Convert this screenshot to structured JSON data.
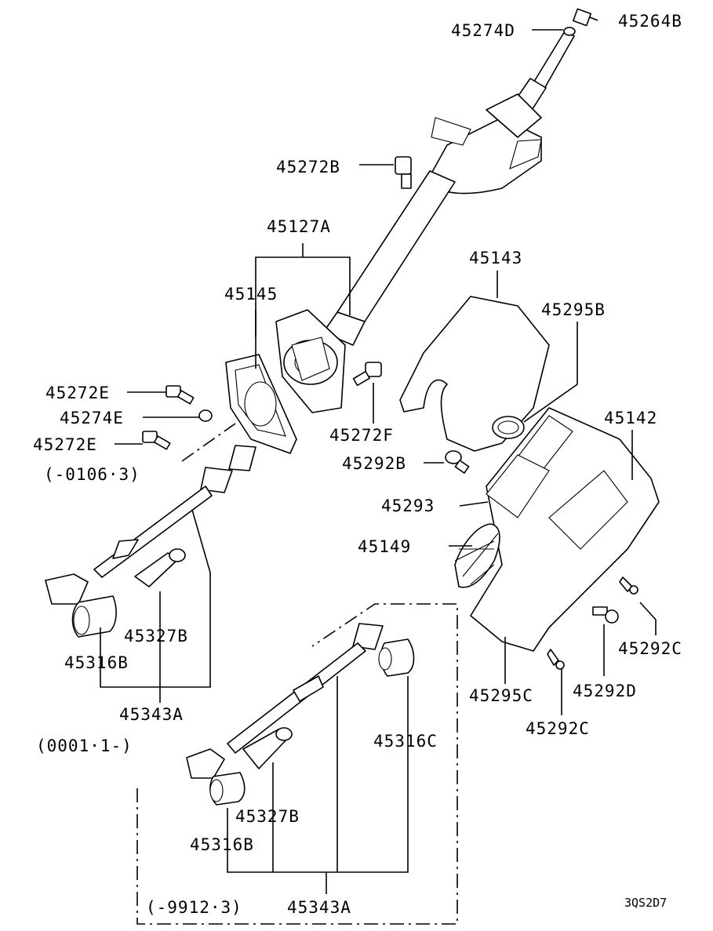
{
  "diagram_code": "3QS2D7",
  "labels": {
    "p45264B": "45264B",
    "p45274D": "45274D",
    "p45272B": "45272B",
    "p45127A": "45127A",
    "p45145": "45145",
    "p45143": "45143",
    "p45295B": "45295B",
    "p45142": "45142",
    "p45272E_top": "45272E",
    "p45274E": "45274E",
    "p45272E_bot": "45272E",
    "p45272F": "45272F",
    "p45292B": "45292B",
    "p45293": "45293",
    "p45149": "45149",
    "p45327B_a": "45327B",
    "p45316B_a": "45316B",
    "p45343A_a": "45343A",
    "p45292C_a": "45292C",
    "p45292D": "45292D",
    "p45295C": "45295C",
    "p45292C_b": "45292C",
    "p45316C": "45316C",
    "p45327B_b": "45327B",
    "p45316B_b": "45316B",
    "p45343A_b": "45343A"
  },
  "date_ranges": {
    "upto_0106": "(-0106·3)",
    "from_0001": "(0001·1-)",
    "upto_9912": "(-9912·3)"
  }
}
